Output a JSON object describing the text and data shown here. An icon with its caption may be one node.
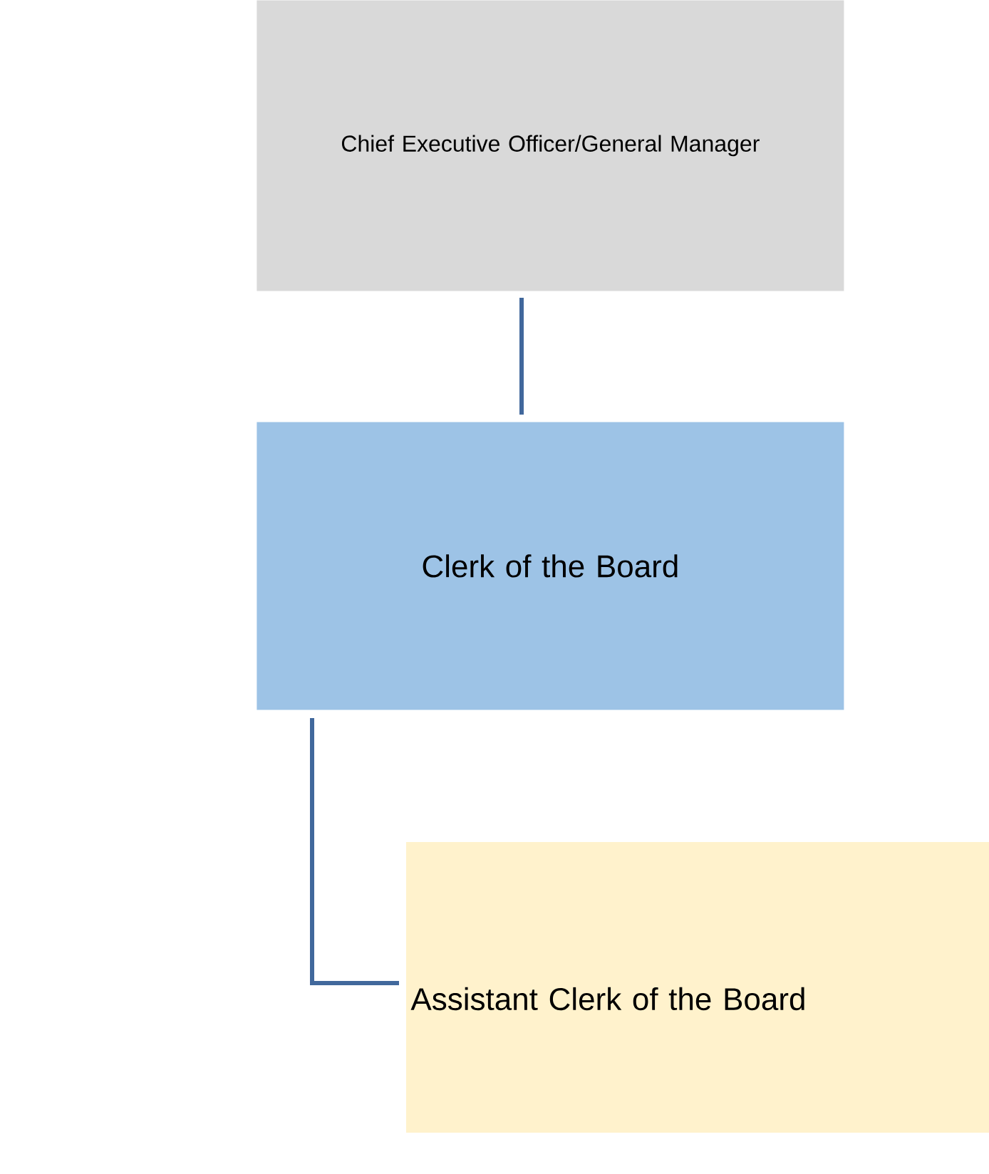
{
  "diagram": {
    "nodes": [
      {
        "text": [
          "Chief Executive Officer/General Manager"
        ]
      },
      {
        "text": [
          "Clerk of the Board"
        ]
      },
      {
        "text": [
          "Assistant Clerk of the Board"
        ]
      }
    ],
    "edges": [
      {
        "from": 0,
        "to": 1,
        "arrow": "none"
      },
      {
        "from": 1,
        "to": 2,
        "arrow": "none"
      }
    ]
  }
}
